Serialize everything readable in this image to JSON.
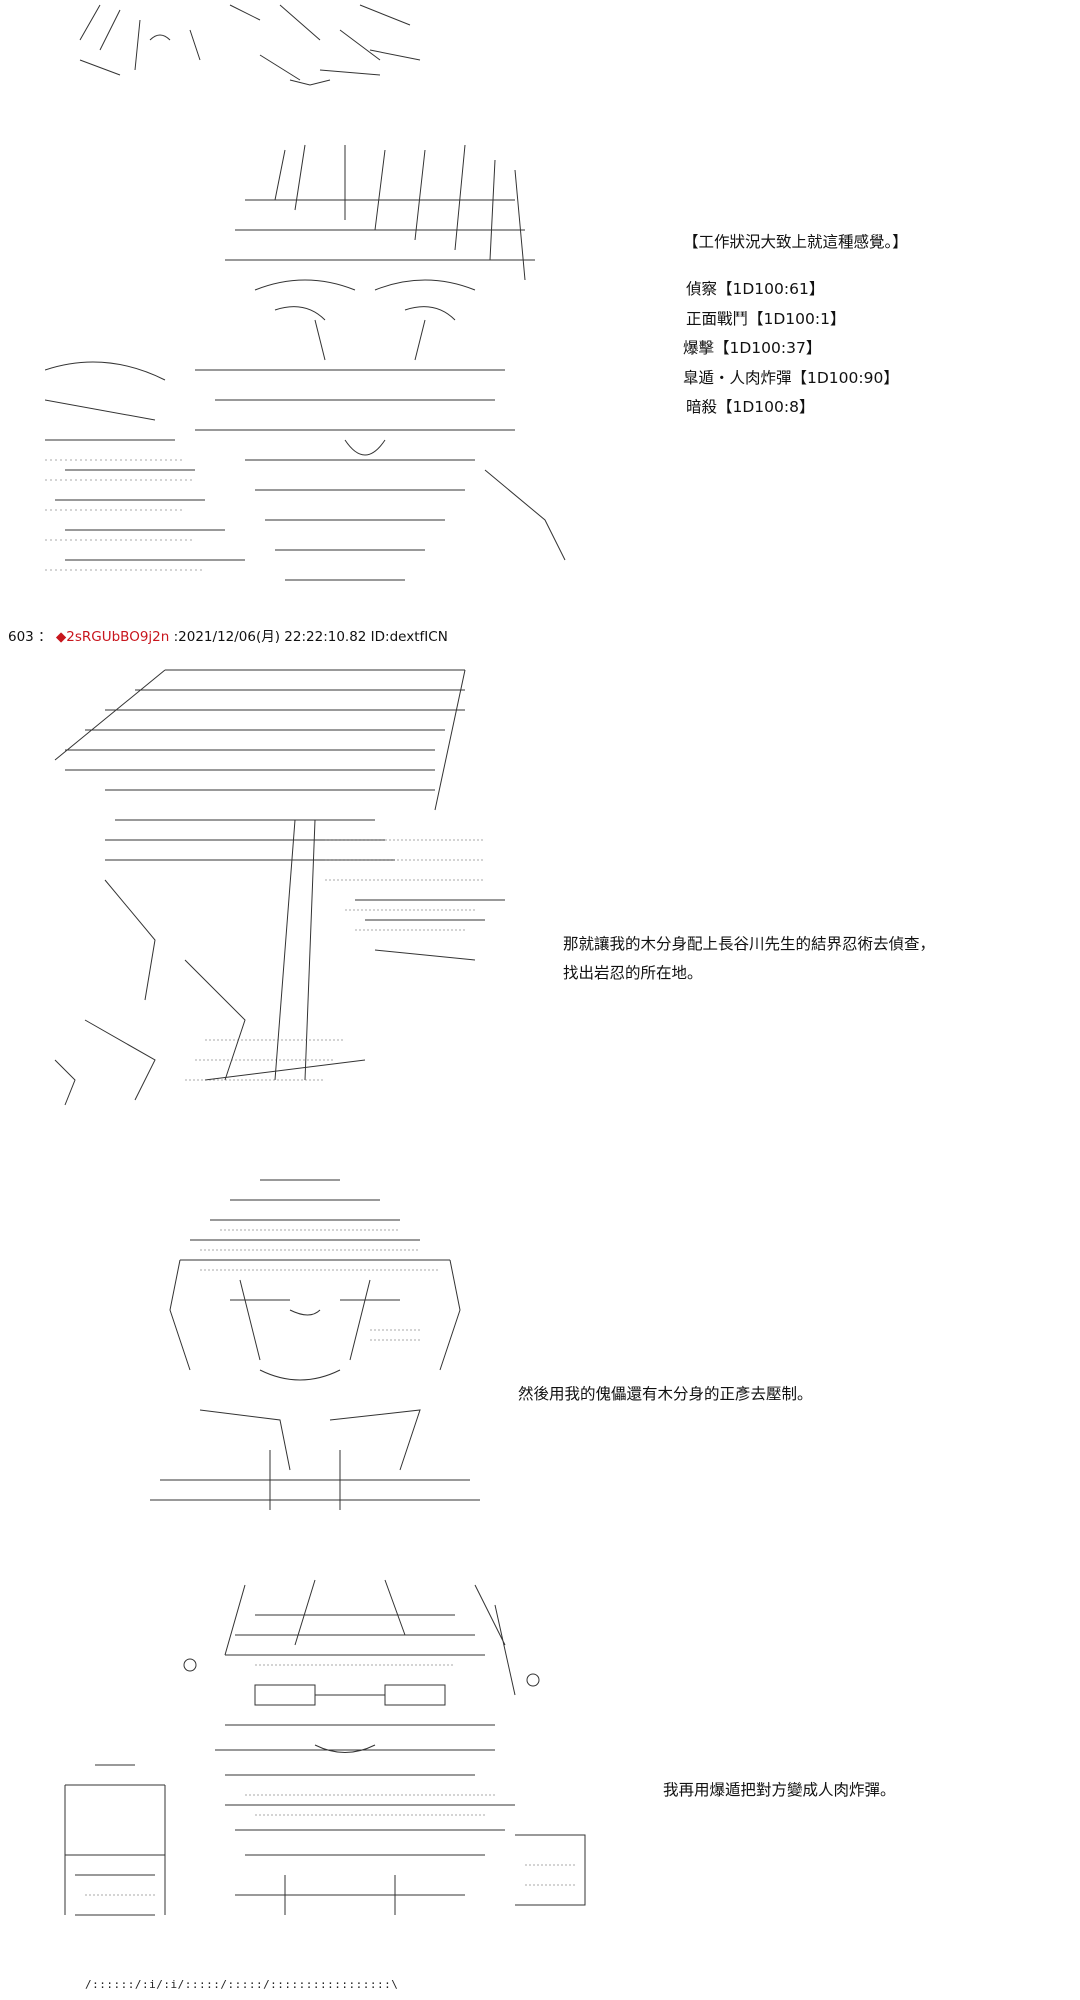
{
  "post": {
    "number": "603",
    "separator": "：",
    "trip": "◆2sRGUbBO9j2n",
    "meta": ":2021/12/06(月) 22:22:10.82 ID:dextfICN"
  },
  "panels": [
    {
      "lines": [
        "【工作狀況大致上就這種感覺。】"
      ],
      "stats": [
        "偵察【1D100:61】",
        "正面戰鬥【1D100:1】",
        "爆擊【1D100:37】",
        "皐遁・人肉炸彈【1D100:90】",
        "暗殺【1D100:8】"
      ]
    },
    {
      "lines": [
        "那就讓我的木分身配上長谷川先生的結界忍術去偵查，",
        "找出岩忍的所在地。"
      ]
    },
    {
      "lines": [
        "然後用我的傀儡還有木分身的正彥去壓制。"
      ]
    },
    {
      "lines": [
        "我再用爆遁把對方變成人肉炸彈。"
      ]
    }
  ],
  "bottom_strip": "/::::::/:i/:i/:::::/:::::/:::::::::::::::::\\"
}
